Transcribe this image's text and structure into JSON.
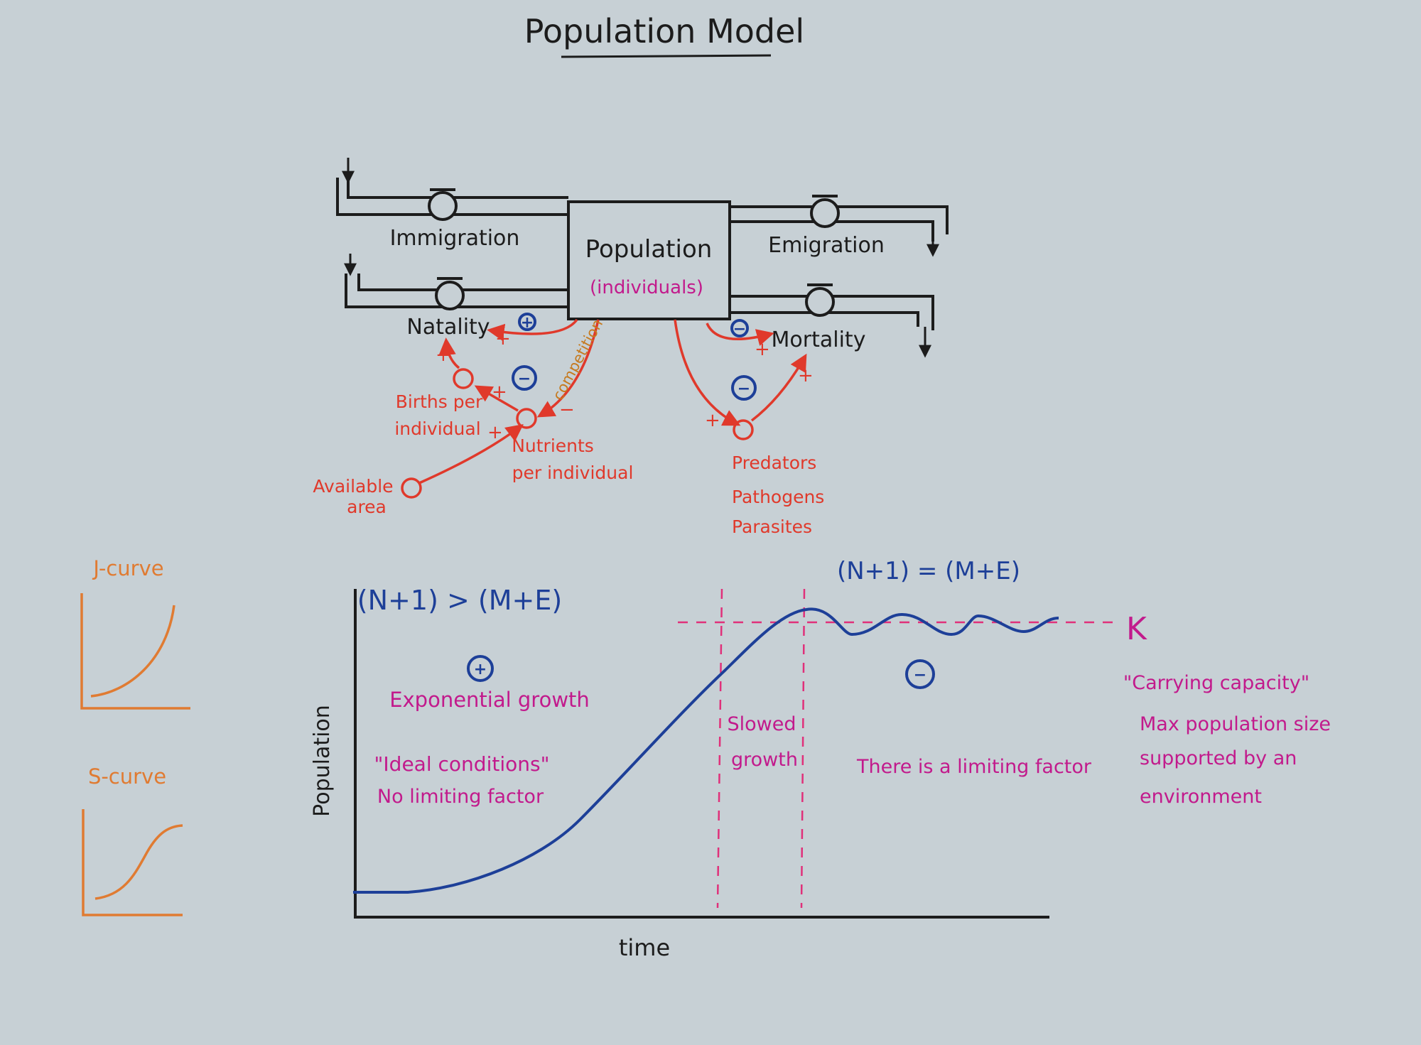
{
  "title": "Population Model",
  "stock": {
    "name": "Population",
    "unit": "(individuals)"
  },
  "flows": {
    "immigration": "Immigration",
    "emigration": "Emigration",
    "natality": "Natality",
    "mortality": "Mortality"
  },
  "variables": {
    "births_1": "Births per",
    "births_2": "individual",
    "nutrients_1": "Nutrients",
    "nutrients_2": "per individual",
    "area_1": "Available",
    "area_2": "area",
    "pred_1": "Predators",
    "pred_2": "Pathogens",
    "pred_3": "Parasites",
    "competition": "competition"
  },
  "polarity": {
    "plus": "+",
    "minus": "−"
  },
  "loops": {
    "natality": "+",
    "nutrients": "−",
    "mortality": "−",
    "predators": "−",
    "growth": "+",
    "limit": "−"
  },
  "graph": {
    "ylabel": "Population",
    "xlabel": "time",
    "eq_growth": "(N+1) > (M+E)",
    "eq_equilibrium": "(N+1) = (M+E)",
    "exp_growth": "Exponential growth",
    "ideal": "\"Ideal conditions\"",
    "no_limit": "No limiting factor",
    "slowed_1": "Slowed",
    "slowed_2": "growth",
    "limit": "There is a limiting factor",
    "k": "K",
    "cc_1": "\"Carrying capacity\"",
    "cc_2": "Max population size",
    "cc_3": "supported by an",
    "cc_4": "environment"
  },
  "sidebar": {
    "j_curve": "J-curve",
    "s_curve": "S-curve"
  },
  "colors": {
    "ink": "#1c1c1c",
    "red": "#e0392b",
    "blue": "#1d3f98",
    "magenta": "#c21a8c",
    "orange": "#e07b32",
    "paper": "#c7d0d5"
  }
}
